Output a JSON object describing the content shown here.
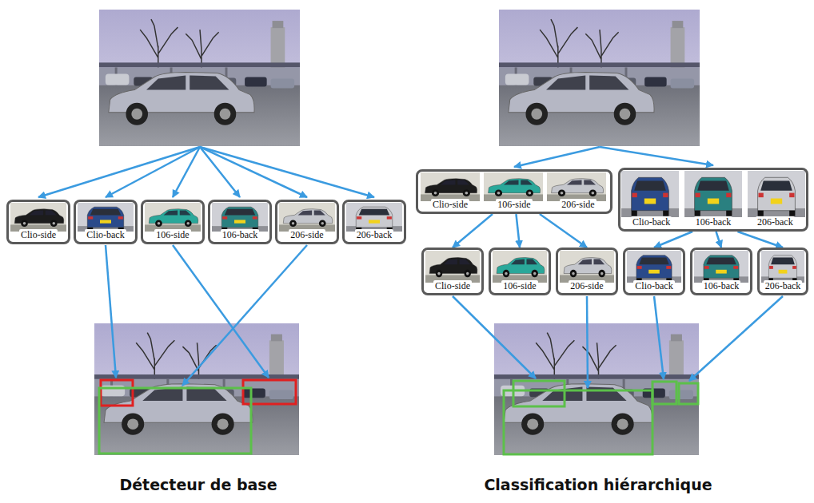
{
  "diagram": {
    "nodes": [
      {
        "text": [
          "Clio-side"
        ]
      },
      {
        "text": [
          "Clio-back"
        ]
      },
      {
        "text": [
          "106-side"
        ]
      },
      {
        "text": [
          "106-back"
        ]
      },
      {
        "text": [
          "206-side"
        ]
      },
      {
        "text": [
          "206-back"
        ]
      },
      {
        "text": [
          "Clio-side",
          "106-side",
          "206-side"
        ]
      },
      {
        "text": [
          "Clio-back",
          "106-back",
          "206-back"
        ]
      },
      {
        "text": [
          "Clio-side"
        ]
      },
      {
        "text": [
          "106-side"
        ]
      },
      {
        "text": [
          "206-side"
        ]
      },
      {
        "text": [
          "Clio-back"
        ]
      },
      {
        "text": [
          "106-back"
        ]
      },
      {
        "text": [
          "206-back"
        ]
      }
    ],
    "edges": [
      {
        "from": 6,
        "to": 8,
        "arrow": "to"
      },
      {
        "from": 6,
        "to": 9,
        "arrow": "to"
      },
      {
        "from": 6,
        "to": 10,
        "arrow": "to"
      },
      {
        "from": 7,
        "to": 11,
        "arrow": "to"
      },
      {
        "from": 7,
        "to": 12,
        "arrow": "to"
      },
      {
        "from": 7,
        "to": 13,
        "arrow": "to"
      }
    ],
    "labels": [
      "Détecteur de base",
      "Classification hiérarchique"
    ]
  }
}
